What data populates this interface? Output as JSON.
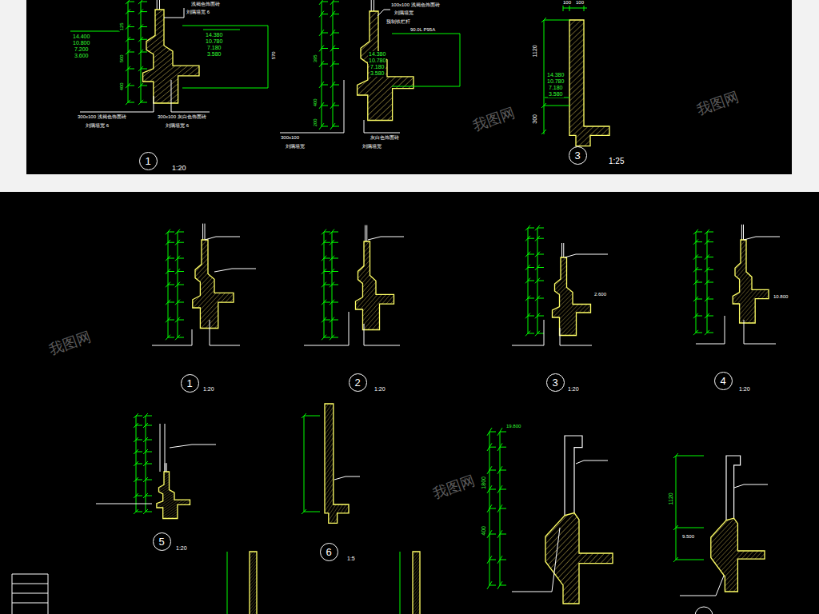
{
  "diagram": {
    "nodes": [
      {
        "text": [
          "1"
        ]
      },
      {
        "text": [
          "3"
        ]
      },
      {
        "text": [
          "1"
        ]
      },
      {
        "text": [
          "2"
        ]
      },
      {
        "text": [
          "3"
        ]
      },
      {
        "text": [
          "4"
        ]
      },
      {
        "text": [
          "5"
        ]
      },
      {
        "text": [
          "6"
        ]
      }
    ],
    "labels": [
      "14.400",
      "10.800",
      "7.200",
      "3.600",
      "14.380",
      "10.780",
      "7.180",
      "3.580",
      "浅褐色饰面砖",
      "刘隅墙宽 6",
      "300x100 浅褐色饰面砖",
      "刘隅墙宽 6",
      "300x100 灰白色饰面砖",
      "刘隅墙宽 6",
      "100x100 浅褐色饰面砖",
      "刘隅墙宽",
      "预制铁栏杆",
      "90.0L P95A",
      "14.380",
      "10.780",
      "7.180",
      "3.580",
      "300x100",
      "刘隅墙宽",
      "灰白色饰面砖",
      "刘隅墙宽",
      "100",
      "100",
      "1120",
      "300",
      "14.380",
      "10.780",
      "7.180",
      "3.580",
      "1:20",
      "1:25",
      "125",
      "500",
      "400",
      "395",
      "400",
      "200",
      "570",
      "1:20",
      "1:20",
      "1:20",
      "1:20",
      "1:20",
      "1:5",
      "10.800",
      "2.600",
      "19.800",
      "1800",
      "1120",
      "9.500",
      "400",
      "我图网",
      "我图网",
      "我图网",
      "我图网"
    ]
  }
}
